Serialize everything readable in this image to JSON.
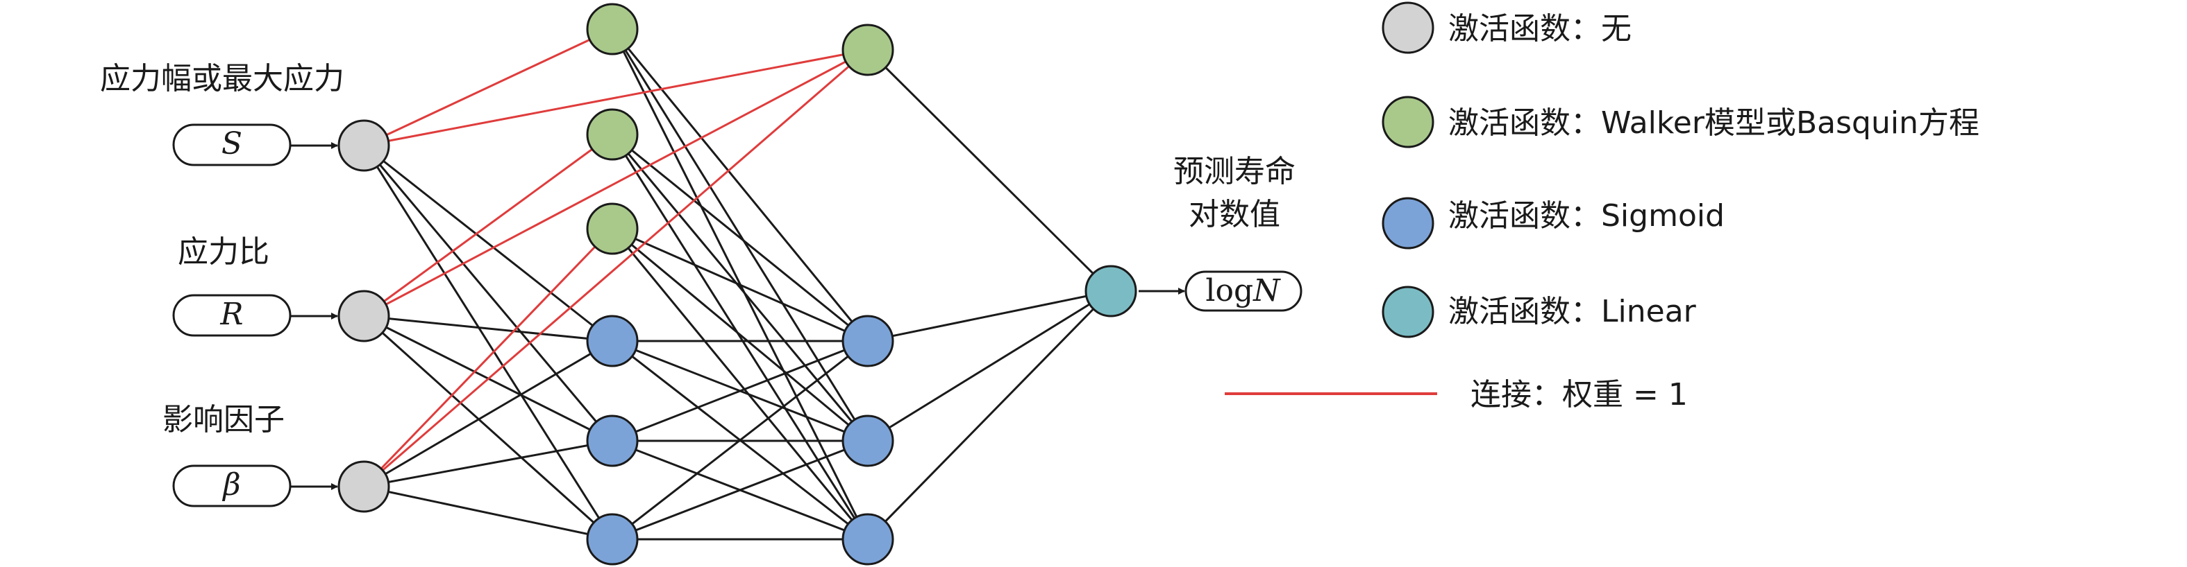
{
  "inputs": [
    {
      "label": "应力幅或最大应力",
      "symbol": "S"
    },
    {
      "label": "应力比",
      "symbol": "R"
    },
    {
      "label": "影响因子",
      "symbol": "β"
    }
  ],
  "output": {
    "label_line1": "预测寿命",
    "label_line2": "对数值",
    "symbol_prefix": "log",
    "symbol_var": "N"
  },
  "legend": [
    {
      "text": "激活函数：无",
      "color": "#d3d3d3"
    },
    {
      "text": "激活函数：Walker模型或Basquin方程",
      "color": "#a9c98b"
    },
    {
      "text": "激活函数：Sigmoid",
      "color": "#7ba3d8"
    },
    {
      "text": "激活函数：Linear",
      "color": "#7bbcc4"
    }
  ],
  "legend_line": {
    "text": "连接：权重 = 1",
    "color": "#e03c3c"
  },
  "colors": {
    "none": "#d3d3d3",
    "walker": "#a9c98b",
    "sigmoid": "#7ba3d8",
    "linear": "#7bbcc4",
    "red_link": "#e03c3c",
    "black_link": "#1a1a1a"
  }
}
